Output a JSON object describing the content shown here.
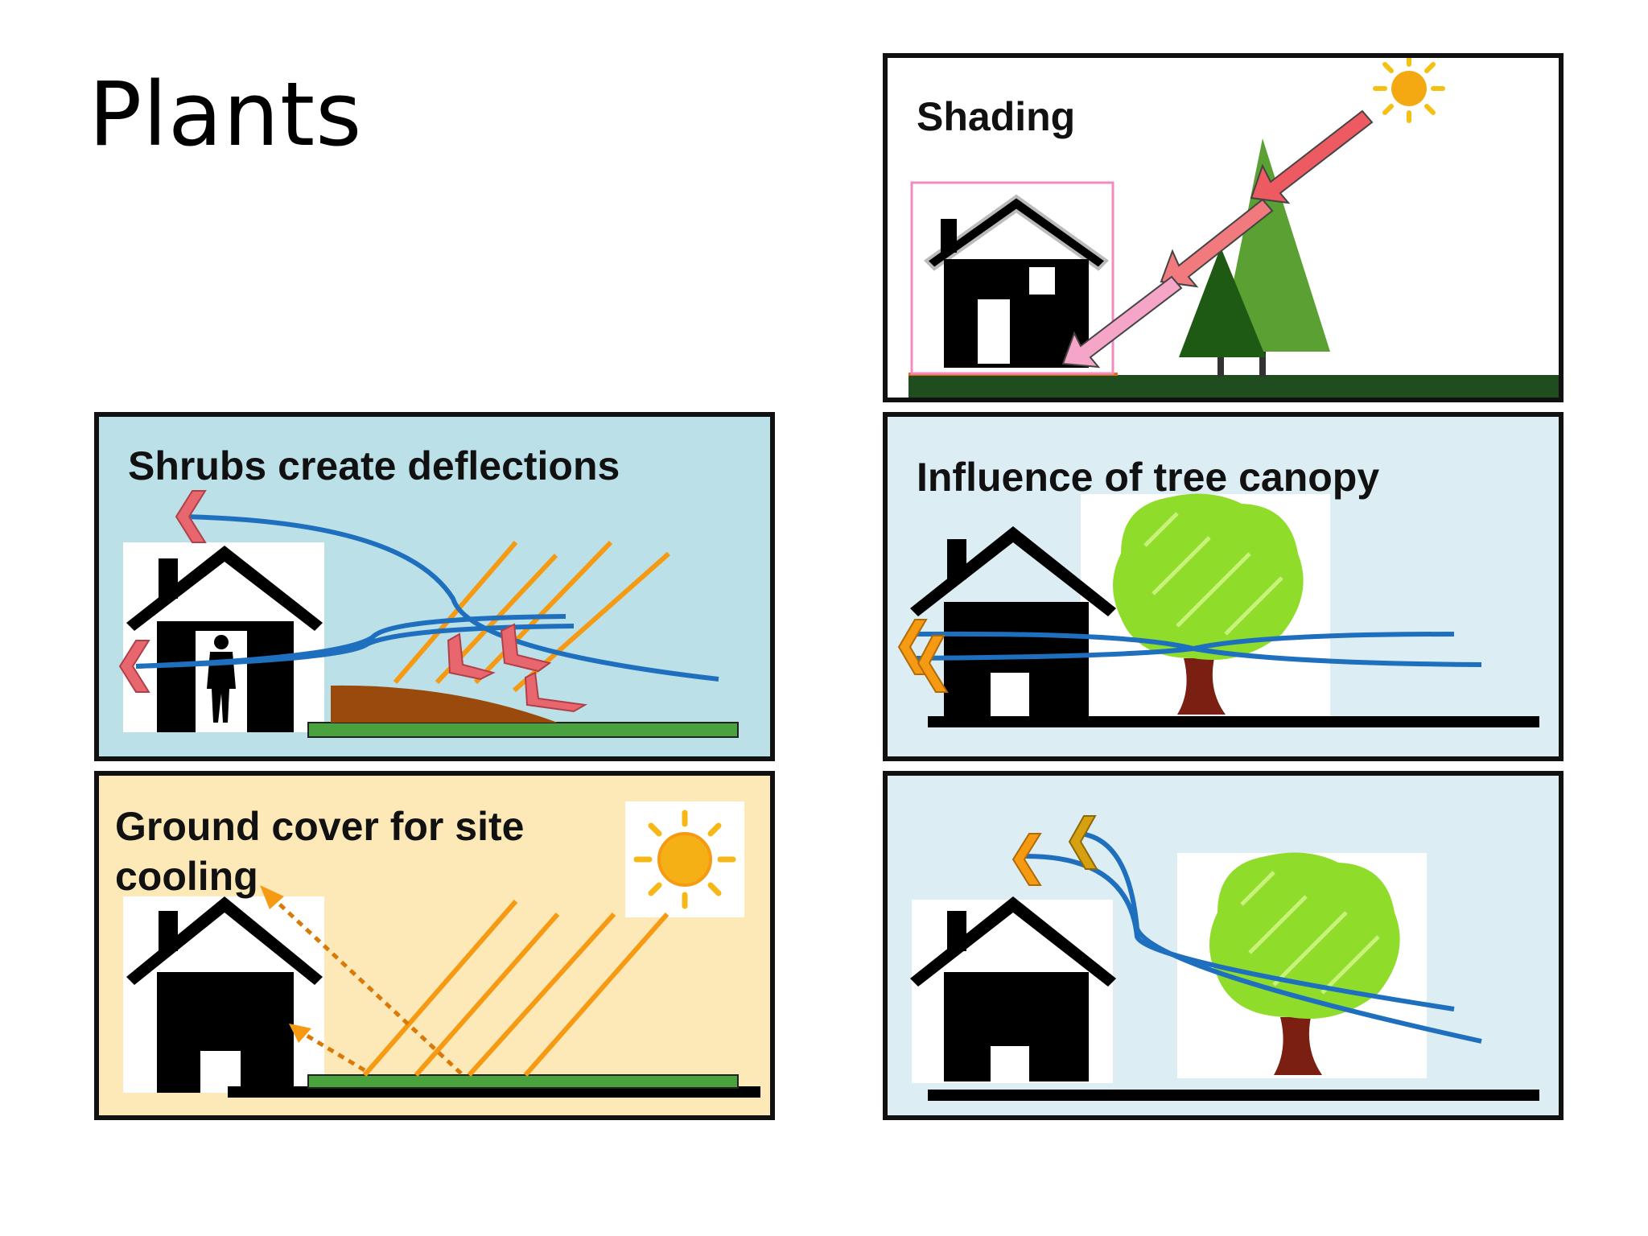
{
  "title": "Plants",
  "panels": {
    "shading": {
      "label": "Shading"
    },
    "shrubs": {
      "label": "Shrubs create deflections"
    },
    "canopy": {
      "label": "Influence of tree canopy"
    },
    "ground": {
      "label_line1": "Ground cover for site",
      "label_line2": "cooling"
    },
    "tree_wind": {
      "label": ""
    }
  },
  "colors": {
    "wind": "#1f6fbf",
    "sun_ray": "#f59a12",
    "ground_green": "#4aa23e",
    "dark_ground": "#1f4d1f",
    "shrub_brown": "#9a4a0c",
    "deflect_red": "#e8666e",
    "house": "#000000",
    "tree_light": "#8fdc2a",
    "trunk": "#7a1f12"
  },
  "icons": [
    "house-icon",
    "person-icon",
    "sun-icon",
    "pine-tree-icon",
    "deciduous-tree-icon",
    "arrow-icon",
    "chevron-icon"
  ]
}
